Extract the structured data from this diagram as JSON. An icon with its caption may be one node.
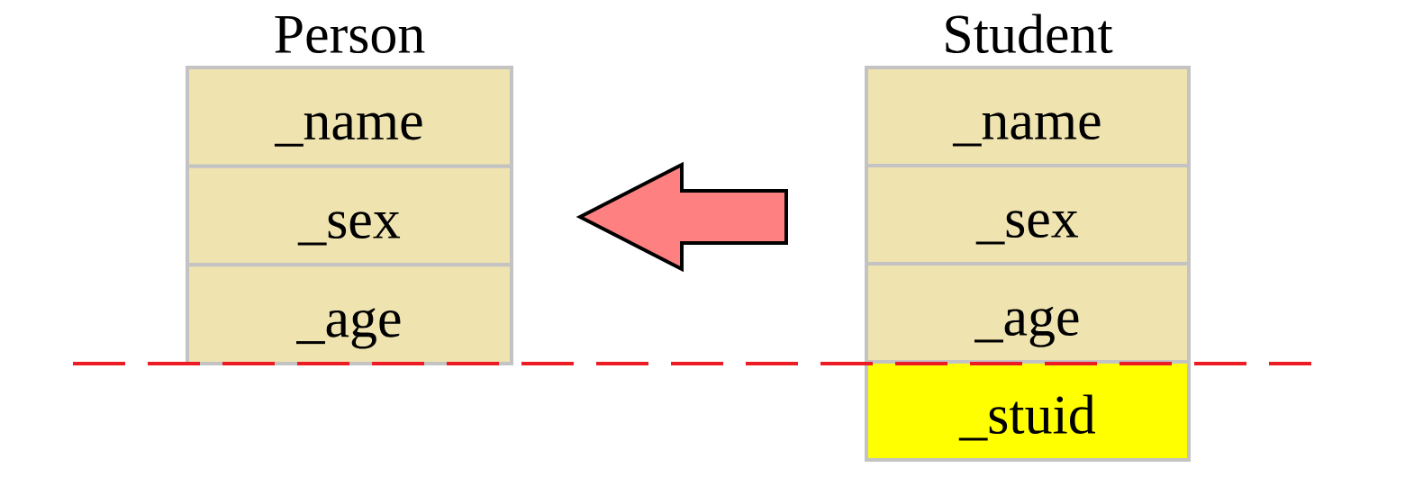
{
  "diagram": {
    "nodes": [
      {
        "text": [
          "Person"
        ]
      },
      {
        "text": [
          "_name"
        ],
        "in": 0
      },
      {
        "text": [
          "_sex"
        ],
        "in": 0
      },
      {
        "text": [
          "_age"
        ],
        "in": 0
      },
      {
        "text": [
          "Student"
        ]
      },
      {
        "text": [
          "_name"
        ],
        "in": 4
      },
      {
        "text": [
          "_sex"
        ],
        "in": 4
      },
      {
        "text": [
          "_age"
        ],
        "in": 4
      },
      {
        "text": [
          "_stuid"
        ],
        "in": 4
      }
    ],
    "edges": [
      {
        "from": 4,
        "to": 0,
        "arrow": "to"
      }
    ]
  }
}
